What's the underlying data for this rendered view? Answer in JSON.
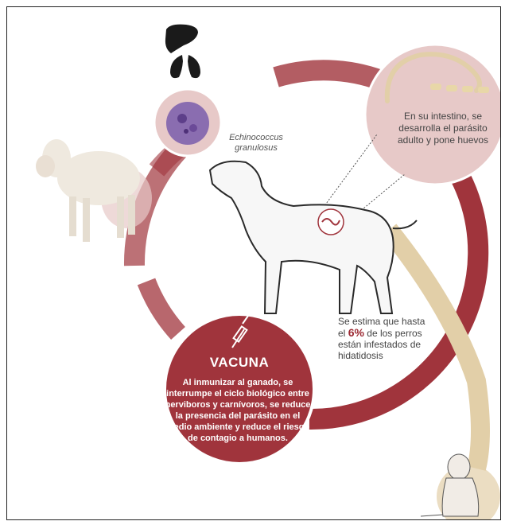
{
  "labels": {
    "intestine_text": "En su intestino, se desarrolla el parásito adulto y pone huevos",
    "species_name": "Echinococcus granulosus",
    "estimate_pre": "Se estima que hasta el",
    "estimate_pct": "6%",
    "estimate_post": "de los perros están infestados de hidatidosis",
    "vaccine_title": "VACUNA",
    "vaccine_body": "Al inmunizar al ganado, se interrumpe el ciclo biológico entre herviboros y carnívoros, se reduce la presencia del parásito en el medio ambiente y reduce el riesgo de contagio a humanos."
  },
  "colors": {
    "cycle_red": "#a0343c",
    "cycle_pink": "#e7c9c8",
    "tan": "#e2cfa8",
    "dark": "#1a1a1a"
  },
  "icons": [
    "liver-icon",
    "lungs-icon",
    "syringe-icon"
  ]
}
